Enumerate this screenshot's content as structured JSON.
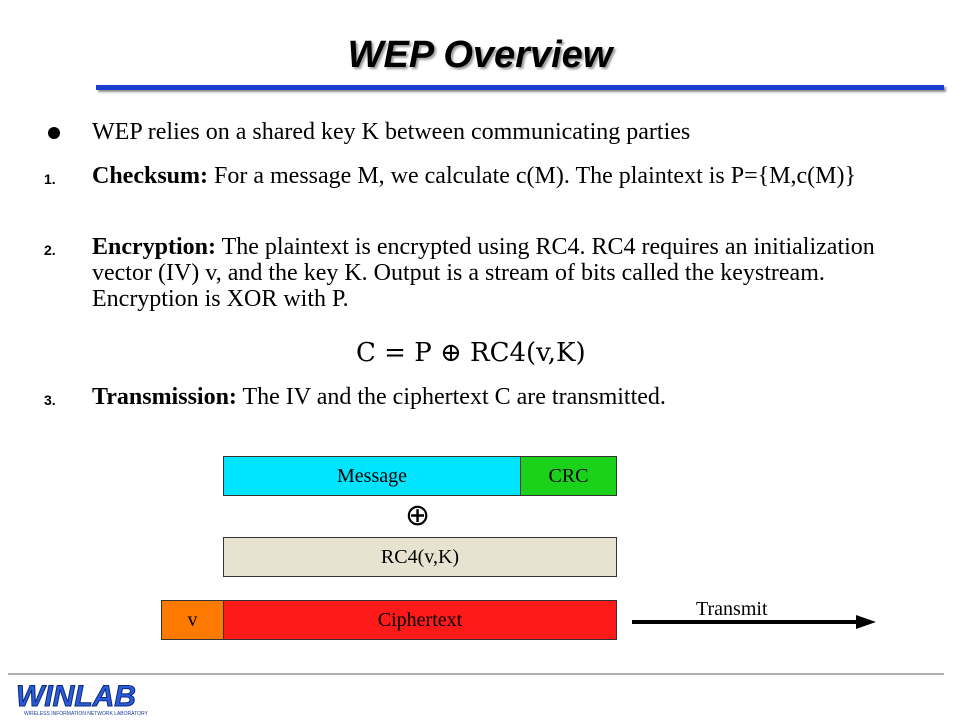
{
  "slide": {
    "title": "WEP Overview",
    "bullet_intro": "WEP relies on a shared key K between communicating parties",
    "items": [
      {
        "num": "1.",
        "term": "Checksum:",
        "text": " For a message M, we calculate c(M). The plaintext is P={M,c(M)}"
      },
      {
        "num": "2.",
        "term": "Encryption:",
        "text": " The plaintext is encrypted using RC4. RC4 requires an initialization vector (IV) v, and the key K. Output is a stream of bits called the keystream. Encryption is XOR with P."
      },
      {
        "num": "3.",
        "term": "Transmission:",
        "text": " The IV and the ciphertext C are transmitted."
      }
    ],
    "formula": "C = P ⊕ RC4(v,K)"
  },
  "diagram": {
    "message": "Message",
    "crc": "CRC",
    "xor_symbol": "⊕",
    "keystream": "RC4(v,K)",
    "iv": "v",
    "ciphertext": "Ciphertext",
    "transmit": "Transmit"
  },
  "footer": {
    "logo": "WINLAB",
    "logo_tagline": "WIRELESS INFORMATION NETWORK LABORATORY"
  },
  "colors": {
    "title_rule": "#1a3fd0",
    "message_box": "#00e5ff",
    "crc_box": "#19d219",
    "keystream_box": "#e8e2d0",
    "iv_box": "#ff7a00",
    "ciphertext_box": "#ff1a1a"
  },
  "icons": {
    "bullet": "filled-circle",
    "xor": "circled-plus",
    "arrow": "right-arrow"
  }
}
